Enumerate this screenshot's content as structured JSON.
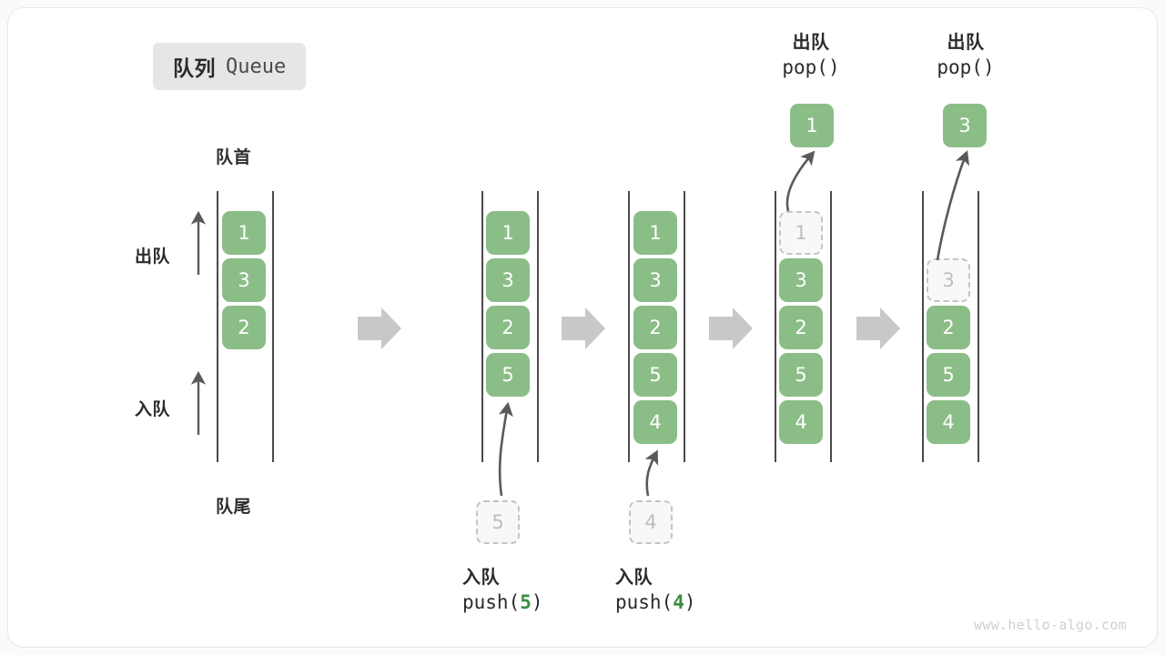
{
  "title": {
    "cn": "队列",
    "en": "Queue"
  },
  "labels": {
    "head": "队首",
    "tail": "队尾",
    "dequeue": "出队",
    "enqueue": "入队"
  },
  "colors": {
    "cell_fill": "#8bbd87",
    "cell_text": "#ffffff",
    "ghost_fill": "#f8f8f8",
    "ghost_border": "#c4c4c4",
    "ghost_text": "#bdbdbd",
    "rail": "#4a4a4a",
    "flow_arrow": "#c8c8c8",
    "accent_green": "#3d8b43",
    "badge_bg": "#e6e6e6"
  },
  "columns": [
    {
      "id": "state-initial",
      "cells": [
        {
          "value": "1",
          "state": "filled",
          "slot": 0
        },
        {
          "value": "3",
          "state": "filled",
          "slot": 1
        },
        {
          "value": "2",
          "state": "filled",
          "slot": 2
        }
      ],
      "caption_cn": "",
      "caption_code": "",
      "ghost_below": null,
      "popped": null
    },
    {
      "id": "state-after-push-5",
      "cells": [
        {
          "value": "1",
          "state": "filled",
          "slot": 0
        },
        {
          "value": "3",
          "state": "filled",
          "slot": 1
        },
        {
          "value": "2",
          "state": "filled",
          "slot": 2
        },
        {
          "value": "5",
          "state": "filled",
          "slot": 3
        }
      ],
      "caption_cn": "入队",
      "caption_code_prefix": "push(",
      "caption_code_num": "5",
      "caption_code_suffix": ")",
      "ghost_below": "5",
      "popped": null
    },
    {
      "id": "state-after-push-4",
      "cells": [
        {
          "value": "1",
          "state": "filled",
          "slot": 0
        },
        {
          "value": "3",
          "state": "filled",
          "slot": 1
        },
        {
          "value": "2",
          "state": "filled",
          "slot": 2
        },
        {
          "value": "5",
          "state": "filled",
          "slot": 3
        },
        {
          "value": "4",
          "state": "filled",
          "slot": 4
        }
      ],
      "caption_cn": "入队",
      "caption_code_prefix": "push(",
      "caption_code_num": "4",
      "caption_code_suffix": ")",
      "ghost_below": "4",
      "popped": null
    },
    {
      "id": "state-after-pop-1",
      "cells": [
        {
          "value": "1",
          "state": "ghost",
          "slot": 0
        },
        {
          "value": "3",
          "state": "filled",
          "slot": 1
        },
        {
          "value": "2",
          "state": "filled",
          "slot": 2
        },
        {
          "value": "5",
          "state": "filled",
          "slot": 3
        },
        {
          "value": "4",
          "state": "filled",
          "slot": 4
        }
      ],
      "caption_cn": "出队",
      "caption_code_prefix": "pop(",
      "caption_code_num": "",
      "caption_code_suffix": ")",
      "ghost_below": null,
      "popped": "1"
    },
    {
      "id": "state-after-pop-3",
      "cells": [
        {
          "value": "3",
          "state": "ghost",
          "slot": 1
        },
        {
          "value": "2",
          "state": "filled",
          "slot": 2
        },
        {
          "value": "5",
          "state": "filled",
          "slot": 3
        },
        {
          "value": "4",
          "state": "filled",
          "slot": 4
        }
      ],
      "caption_cn": "出队",
      "caption_code_prefix": "pop(",
      "caption_code_num": "",
      "caption_code_suffix": ")",
      "ghost_below": null,
      "popped": "3"
    }
  ],
  "flow_arrows": 4,
  "watermark": "www.hello-algo.com"
}
